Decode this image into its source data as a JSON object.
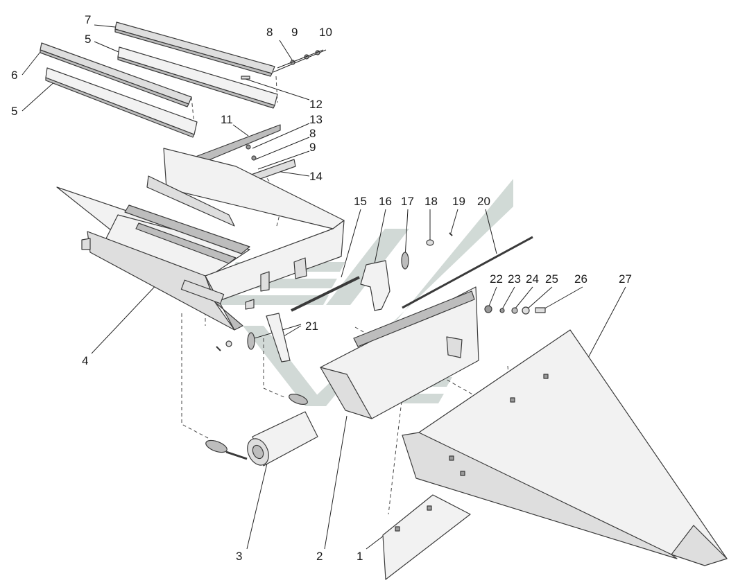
{
  "diagram": {
    "watermark_color": "#c9d3cf",
    "callouts": [
      {
        "id": "c7",
        "text": "7"
      },
      {
        "id": "c5a",
        "text": "5"
      },
      {
        "id": "c6",
        "text": "6"
      },
      {
        "id": "c5b",
        "text": "5"
      },
      {
        "id": "c8a",
        "text": "8"
      },
      {
        "id": "c9a",
        "text": "9"
      },
      {
        "id": "c10",
        "text": "10"
      },
      {
        "id": "c12",
        "text": "12"
      },
      {
        "id": "c11",
        "text": "11"
      },
      {
        "id": "c13",
        "text": "13"
      },
      {
        "id": "c8b",
        "text": "8"
      },
      {
        "id": "c9b",
        "text": "9"
      },
      {
        "id": "c14",
        "text": "14"
      },
      {
        "id": "c15",
        "text": "15"
      },
      {
        "id": "c16",
        "text": "16"
      },
      {
        "id": "c17",
        "text": "17"
      },
      {
        "id": "c18",
        "text": "18"
      },
      {
        "id": "c19",
        "text": "19"
      },
      {
        "id": "c20",
        "text": "20"
      },
      {
        "id": "c22",
        "text": "22"
      },
      {
        "id": "c23",
        "text": "23"
      },
      {
        "id": "c24",
        "text": "24"
      },
      {
        "id": "c25",
        "text": "25"
      },
      {
        "id": "c26",
        "text": "26"
      },
      {
        "id": "c27",
        "text": "27"
      },
      {
        "id": "c21",
        "text": "21"
      },
      {
        "id": "c4",
        "text": "4"
      },
      {
        "id": "c3",
        "text": "3"
      },
      {
        "id": "c2",
        "text": "2"
      },
      {
        "id": "c1",
        "text": "1"
      }
    ]
  }
}
